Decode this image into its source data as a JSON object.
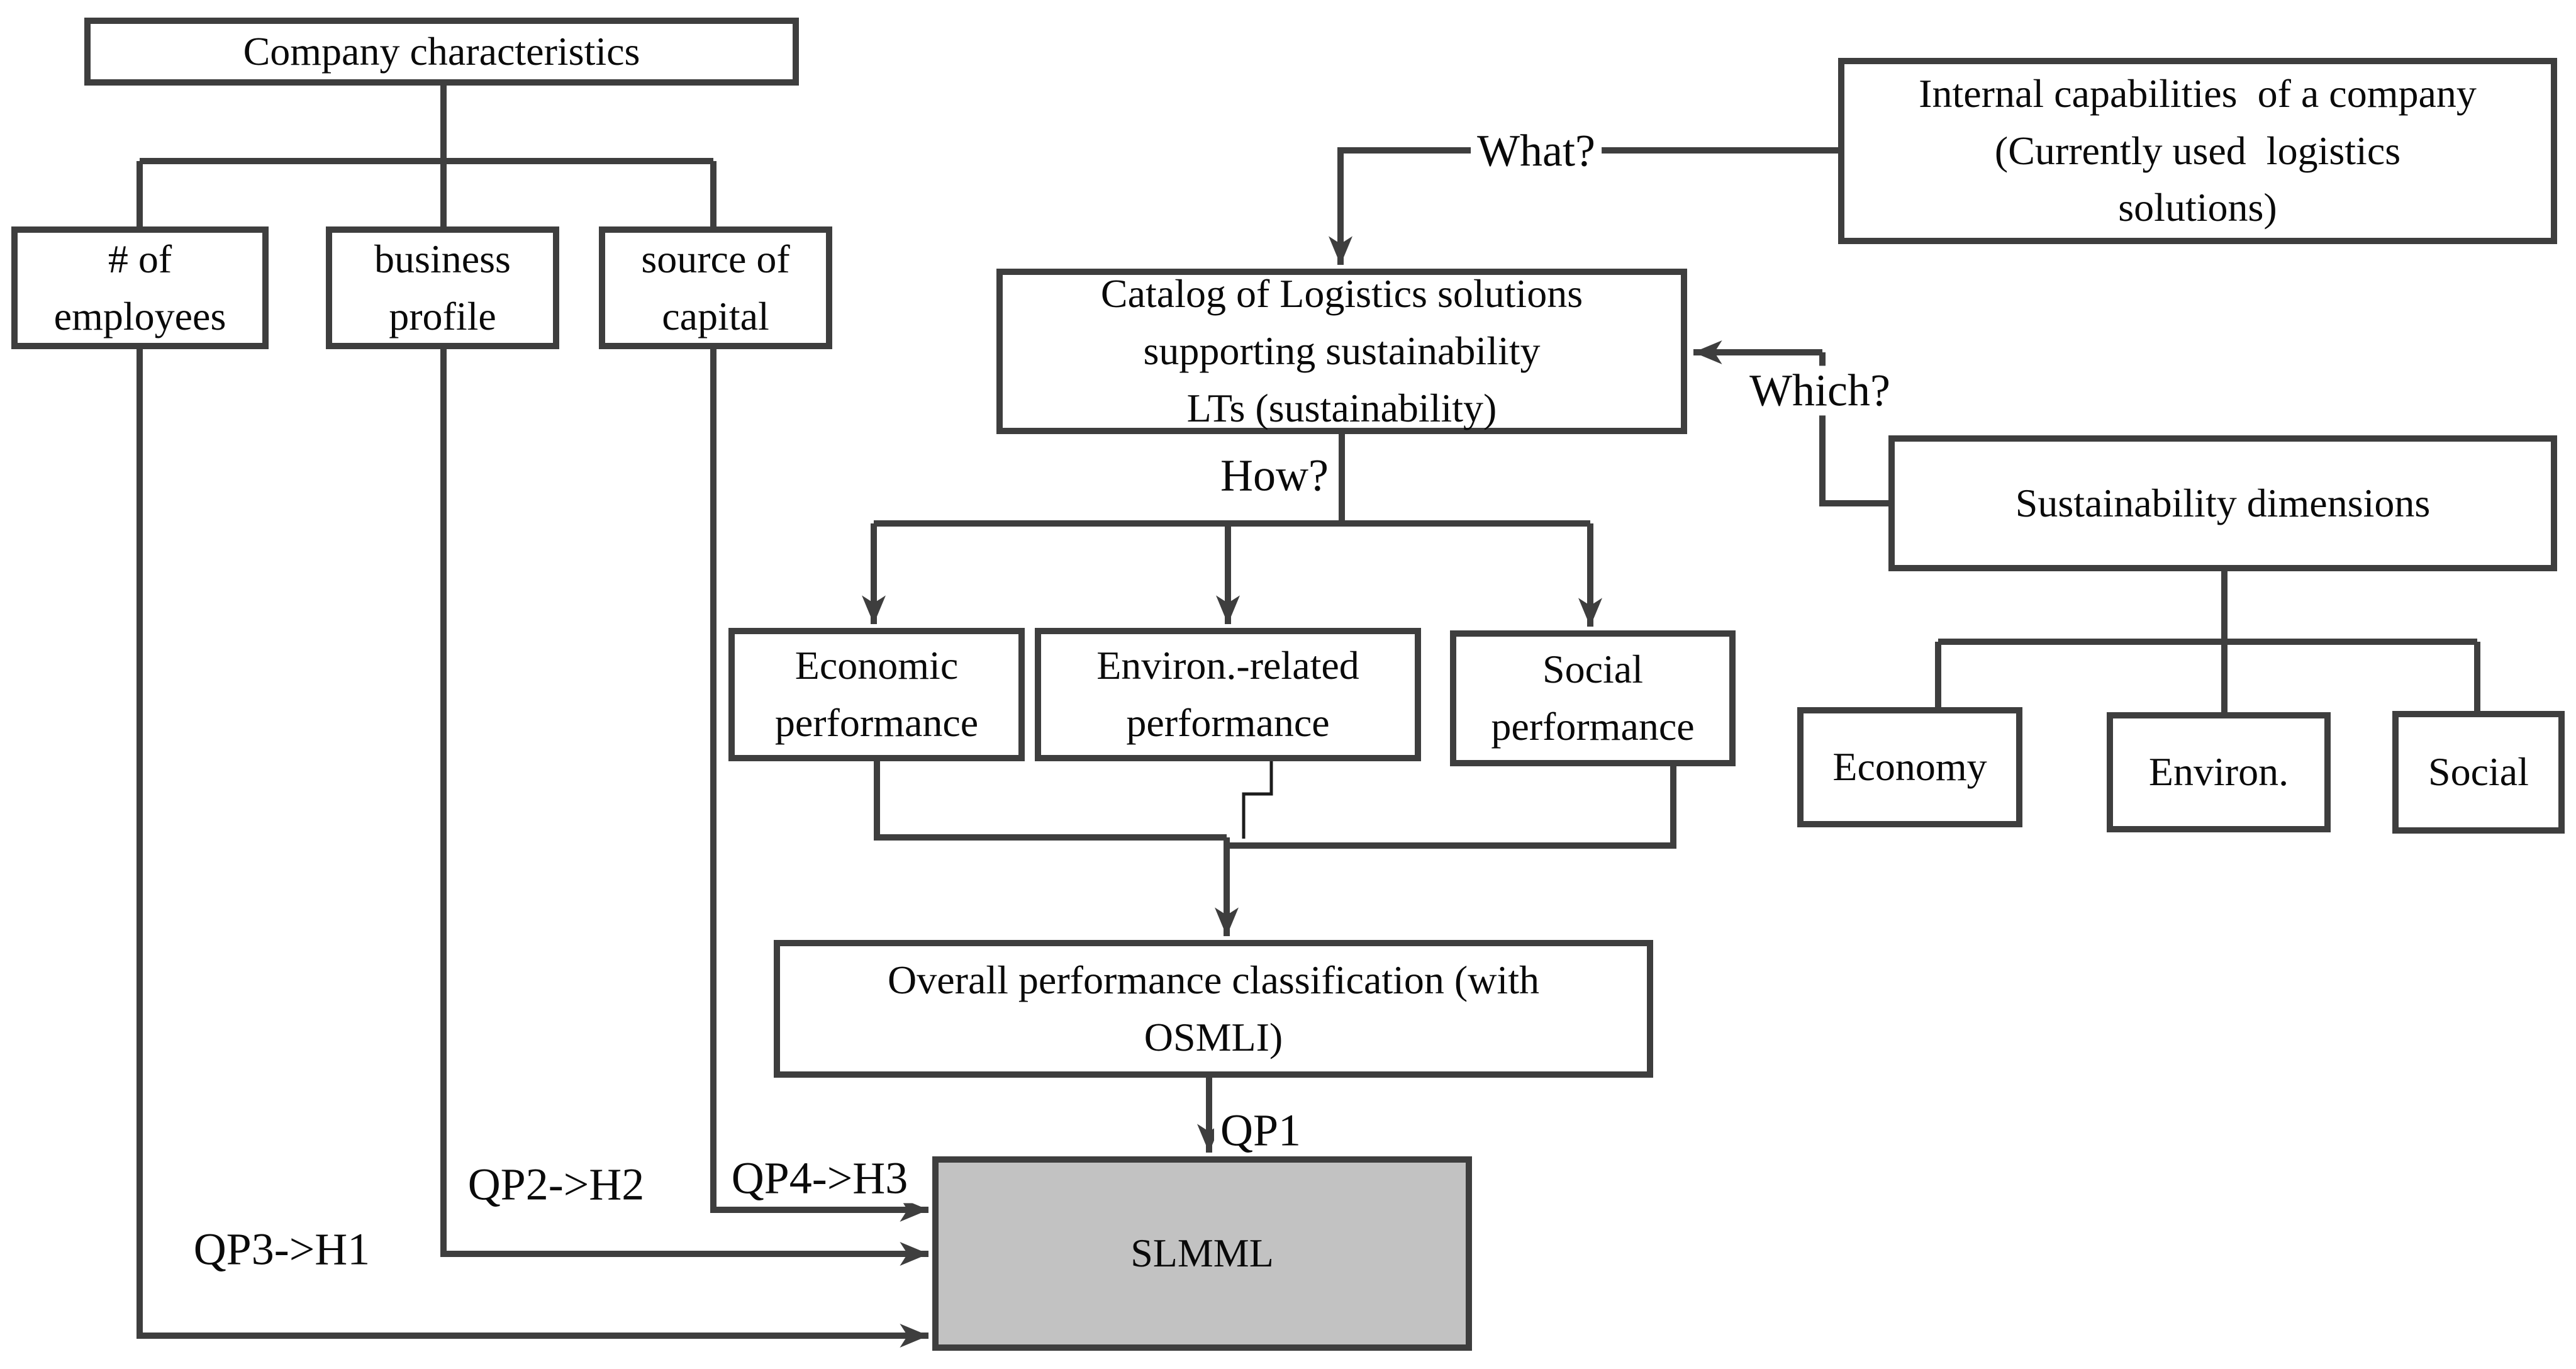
{
  "figure": {
    "description": "Flowchart of SLMML research framework",
    "colors": {
      "line": "#3e3e3e",
      "text": "#0a0a0a",
      "node_fill": "#ffffff",
      "slmml_fill": "#c2c2c2",
      "background": "#ffffff"
    },
    "nodes": {
      "company_characteristics": {
        "label": "Company characteristics"
      },
      "num_employees": {
        "label": "# of\nemployees"
      },
      "business_profile": {
        "label": "business\nprofile"
      },
      "source_of_capital": {
        "label": "source of\ncapital"
      },
      "internal_capabilities": {
        "label": "Internal capabilities  of a company\n(Currently used  logistics\nsolutions)"
      },
      "catalog": {
        "label": "Catalog of Logistics solutions\nsupporting sustainability\nLTs (sustainability)"
      },
      "sustainability_dimensions": {
        "label": "Sustainability dimensions"
      },
      "economic_performance": {
        "label": "Economic\nperformance"
      },
      "environ_related_performance": {
        "label": "Environ.-related\nperformance"
      },
      "social_performance": {
        "label": "Social\nperformance"
      },
      "economy": {
        "label": "Economy"
      },
      "environ": {
        "label": "Environ."
      },
      "social": {
        "label": "Social"
      },
      "overall_performance": {
        "label": "Overall performance classification (with\nOSMLI)"
      },
      "slmml": {
        "label": "SLMML"
      }
    },
    "edge_labels": {
      "what": {
        "text": "What?"
      },
      "which": {
        "text": "Which?"
      },
      "how": {
        "text": "How?"
      },
      "qp1": {
        "text": "QP1"
      },
      "qp2": {
        "text": "QP2->H2"
      },
      "qp3": {
        "text": "QP3->H1"
      },
      "qp4": {
        "text": "QP4->H3"
      }
    }
  }
}
